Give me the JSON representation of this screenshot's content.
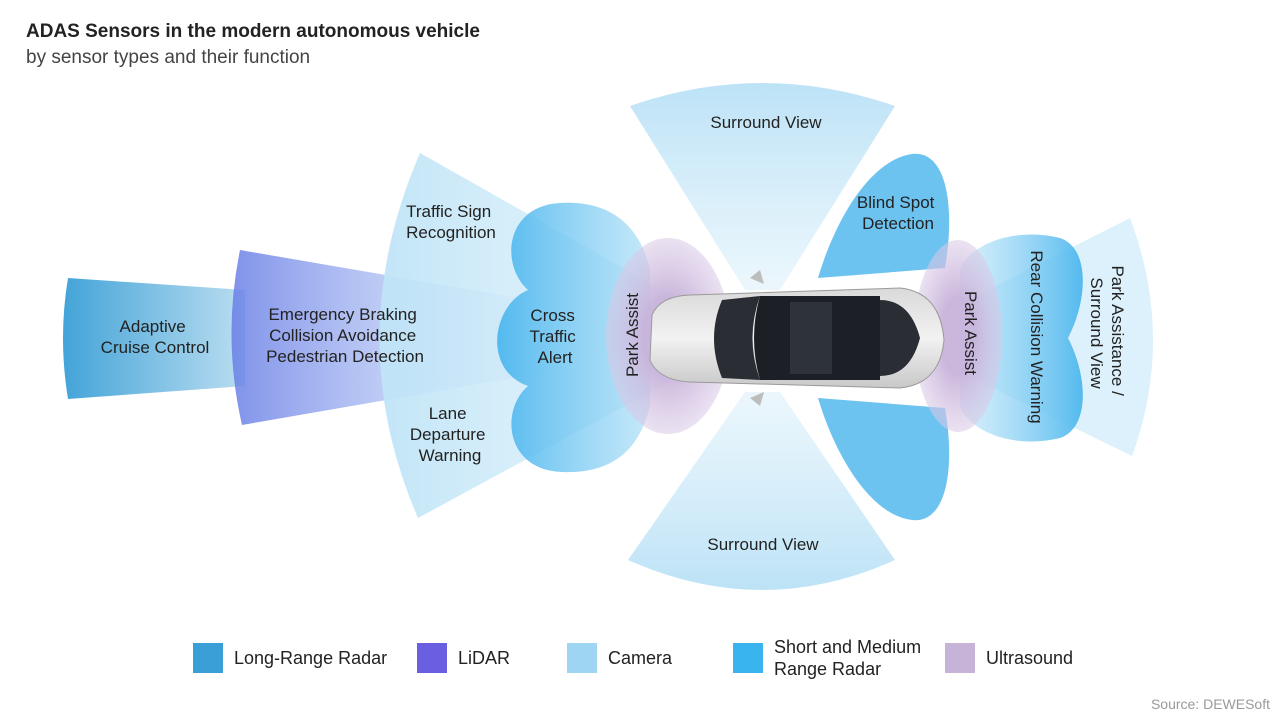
{
  "header": {
    "title": "ADAS Sensors in the modern autonomous vehicle",
    "subtitle": "by sensor types and their function"
  },
  "zones": {
    "adaptive_cruise_control": [
      "Adaptive",
      "Cruise Control"
    ],
    "emergency_braking": [
      "Emergency Braking",
      "Collision Avoidance",
      "Pedestrian Detection"
    ],
    "traffic_sign_recognition": [
      "Traffic Sign",
      "Recognition"
    ],
    "lane_departure_warning": [
      "Lane",
      "Departure",
      "Warning"
    ],
    "cross_traffic_alert": [
      "Cross",
      "Traffic",
      "Alert"
    ],
    "park_assist_front": "Park Assist",
    "park_assist_rear": "Park Assist",
    "surround_view_top": "Surround View",
    "surround_view_bottom": "Surround View",
    "blind_spot_detection": [
      "Blind Spot",
      "Detection"
    ],
    "rear_collision_warning": "Rear Collision Warning",
    "park_assistance_surround": [
      "Park Assistance /",
      "Surround View"
    ]
  },
  "legend": [
    {
      "label": "Long-Range Radar",
      "color": "#3a9fd6"
    },
    {
      "label": "LiDAR",
      "color": "#6a5fe0"
    },
    {
      "label": "Camera",
      "color": "#9ed5f2"
    },
    {
      "label": "Short and Medium Range Radar",
      "color": "#3ab4ef"
    },
    {
      "label": "Ultrasound",
      "color": "#c7b2d8"
    }
  ],
  "source": "Source: DEWESoft"
}
